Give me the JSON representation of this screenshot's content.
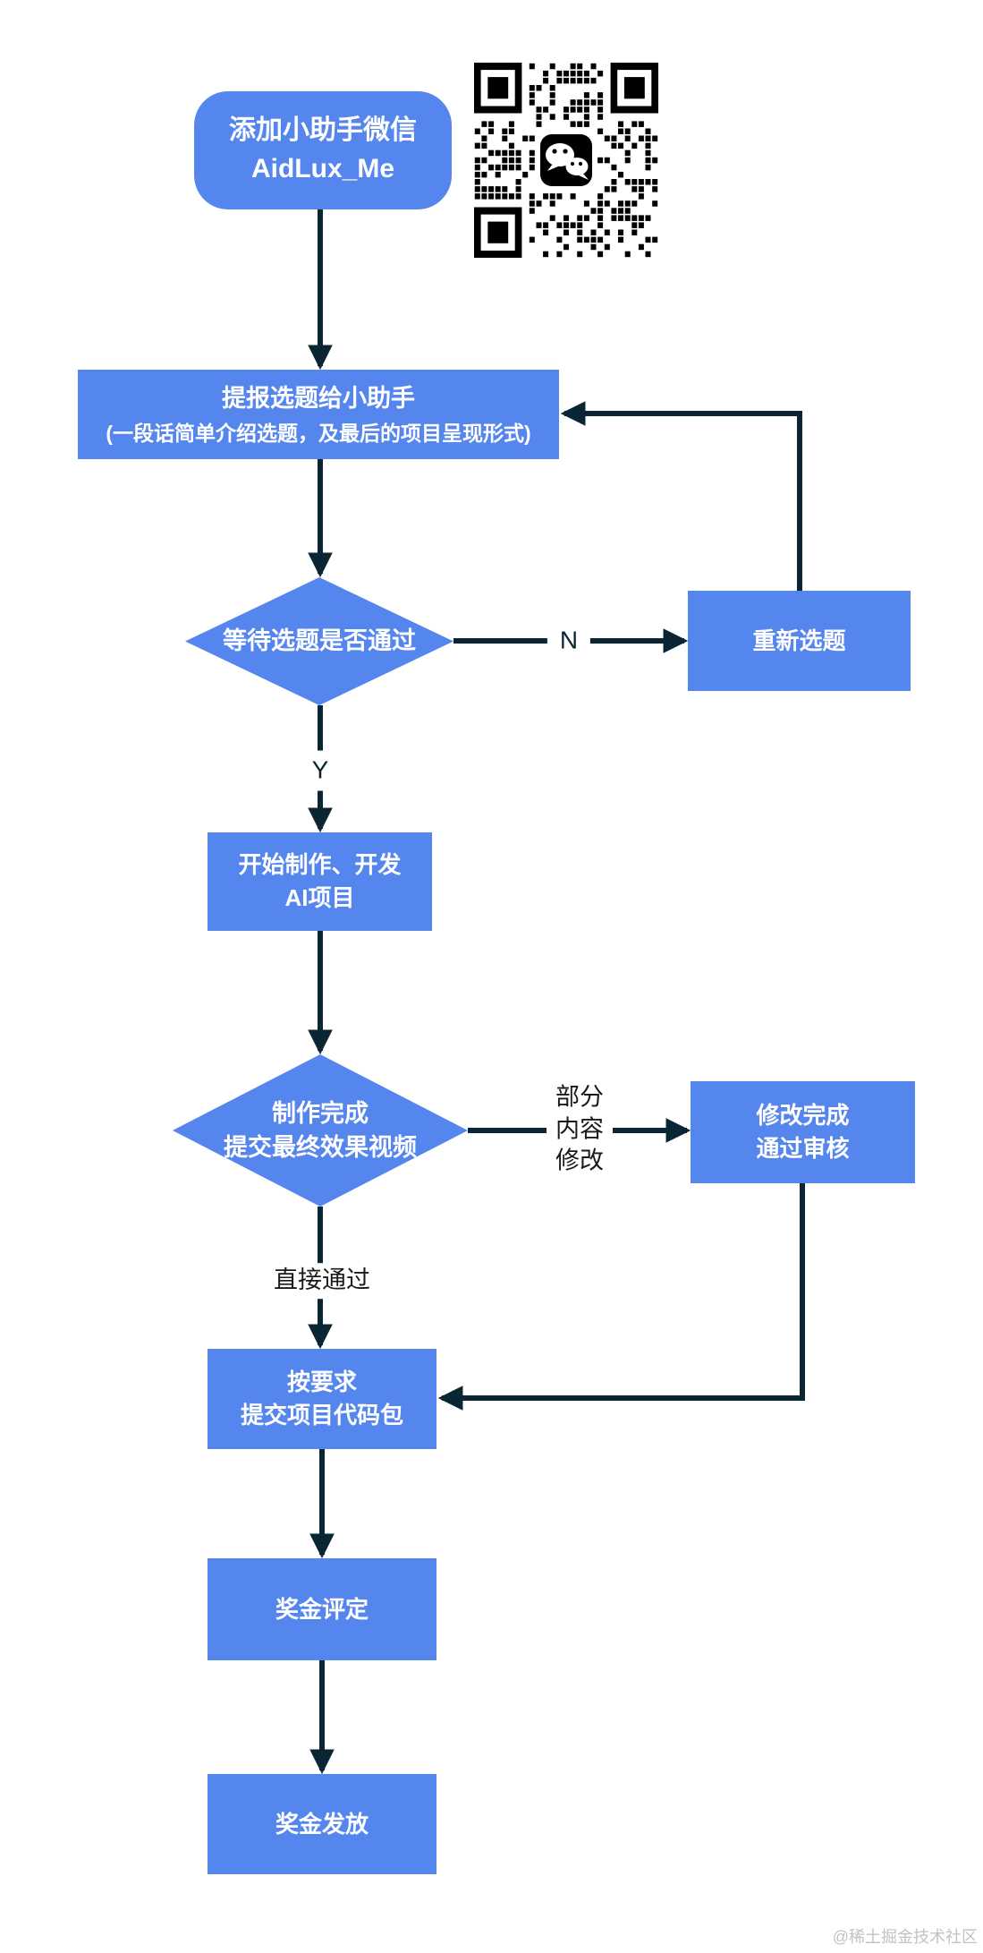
{
  "colors": {
    "canvas_bg": "#ffffff",
    "node_fill": "#5586ee",
    "node_text": "#ffffff",
    "line_color": "#0a2534",
    "label_color": "#1a1a1a",
    "watermark_color": "#c2c2c2",
    "qr_dark": "#000000"
  },
  "nodes": {
    "add_wechat": {
      "line1": "添加小助手微信",
      "line2": "AidLux_Me"
    },
    "submit_topic": {
      "title": "提报选题给小助手",
      "subtitle": "(一段话简单介绍选题，及最后的项目呈现形式)"
    },
    "topic_review": {
      "text": "等待选题是否通过"
    },
    "redo_topic": {
      "text": "重新选题"
    },
    "start_dev": {
      "line1": "开始制作、开发",
      "line2": "AI项目"
    },
    "production_review": {
      "line1": "制作完成",
      "line2": "提交最终效果视频"
    },
    "revision_done": {
      "line1": "修改完成",
      "line2": "通过审核"
    },
    "submit_code": {
      "line1": "按要求",
      "line2": "提交项目代码包"
    },
    "bonus_evaluation": {
      "text": "奖金评定"
    },
    "bonus_payment": {
      "text": "奖金发放"
    }
  },
  "edge_labels": {
    "no": "N",
    "yes": "Y",
    "partial_revision": [
      "部分",
      "内容",
      "修改"
    ],
    "direct_pass": "直接通过"
  },
  "qr_code": {
    "icon": "wechat-icon"
  },
  "watermark": "@稀土掘金技术社区"
}
